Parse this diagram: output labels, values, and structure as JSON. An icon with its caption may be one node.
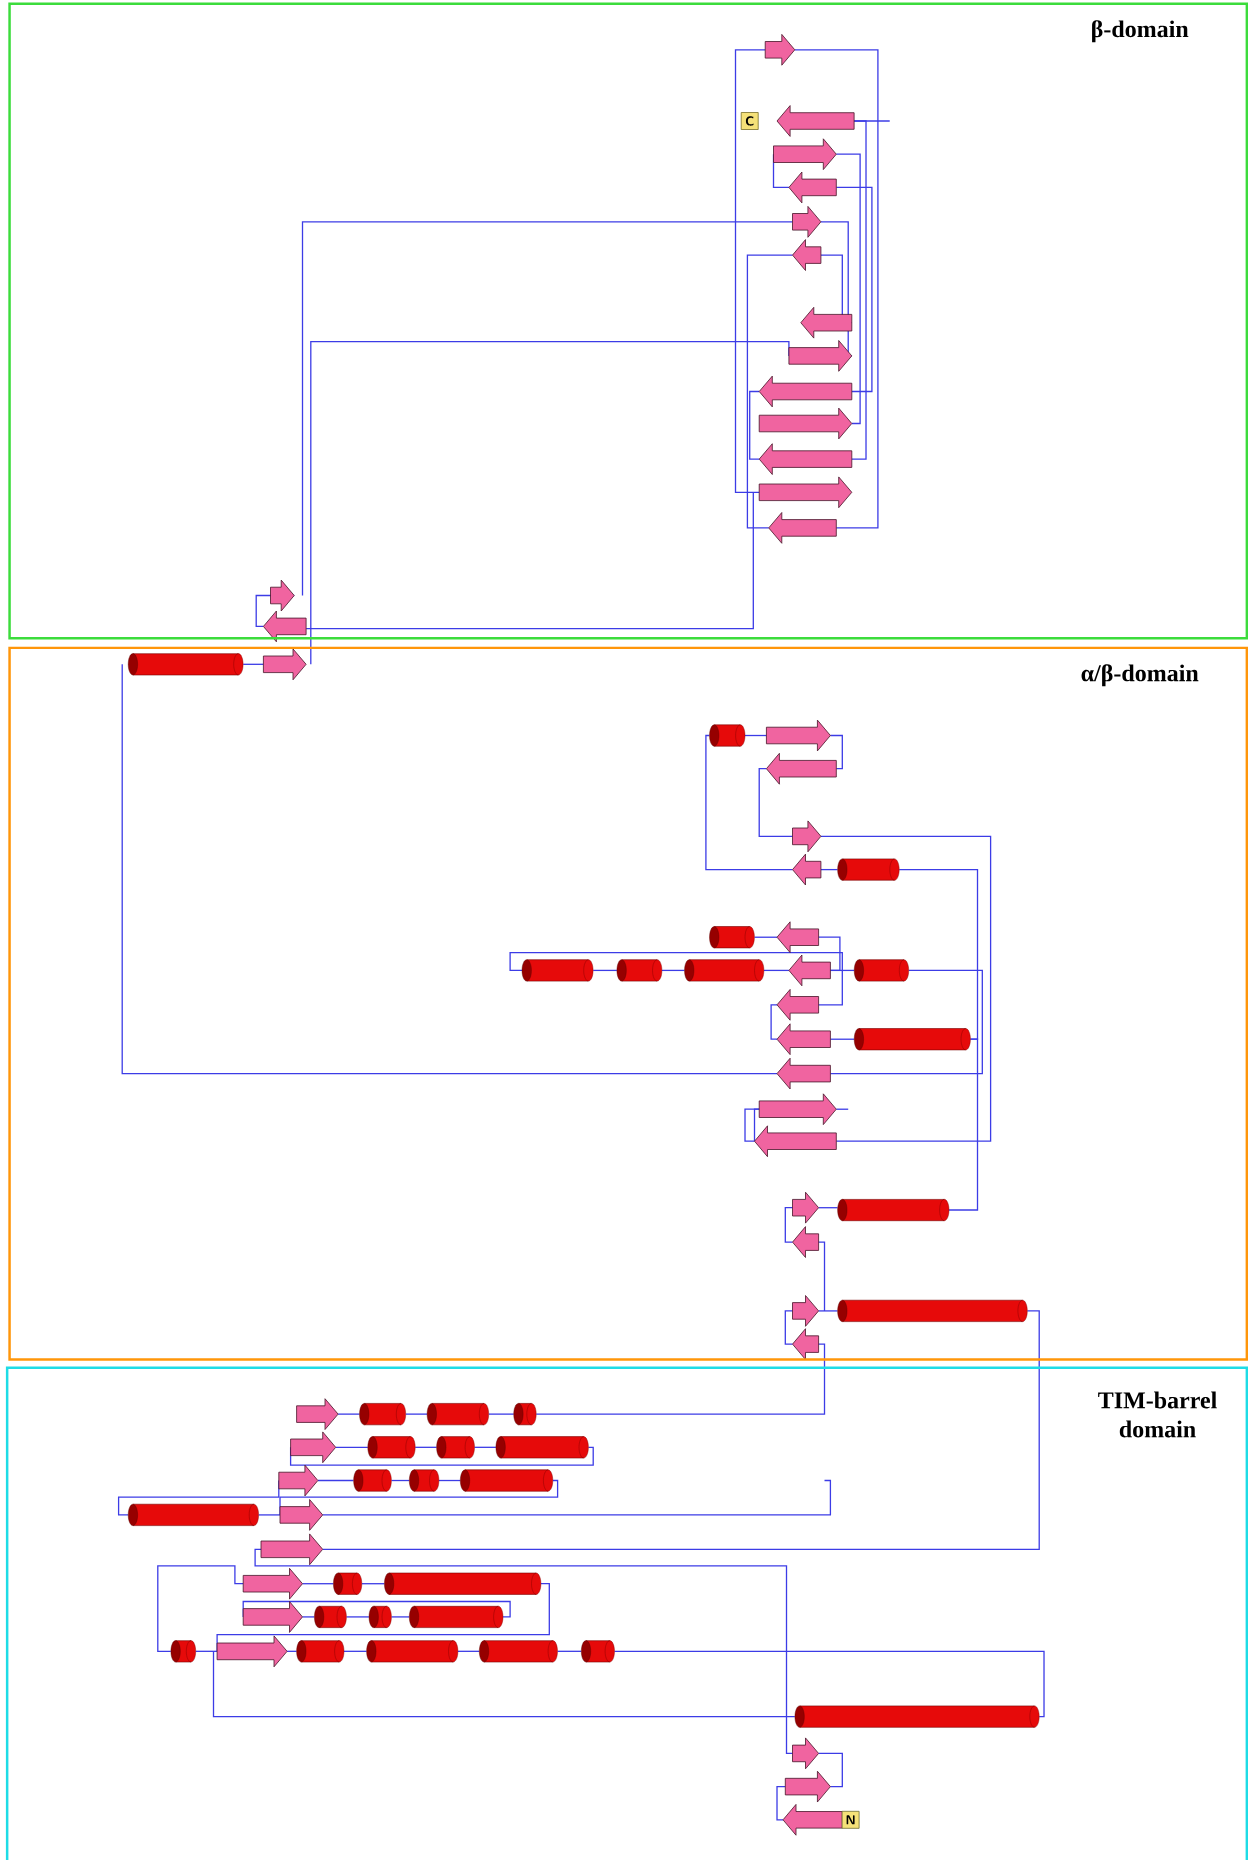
{
  "diagram": {
    "nodes": [
      {
        "text": [
          "β-domain"
        ]
      },
      {
        "text": [
          "C"
        ],
        "in": 0
      },
      {
        "text": [
          "α/β-domain"
        ]
      },
      {
        "text": [
          "TIM-barrel domain"
        ]
      },
      {
        "text": [
          "N"
        ],
        "in": 3
      }
    ]
  }
}
